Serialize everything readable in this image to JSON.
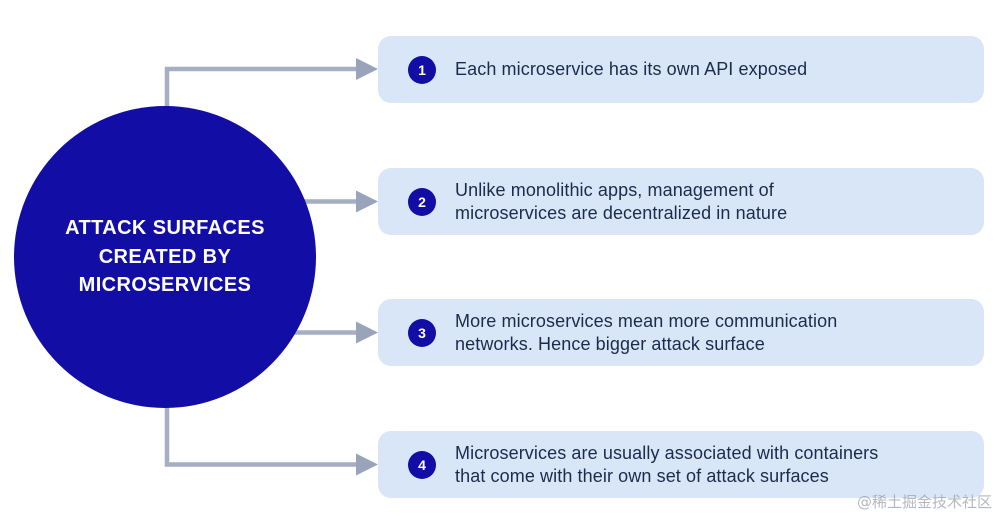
{
  "main_topic": {
    "title": "ATTACK SURFACES\nCREATED BY\nMICROSERVICES"
  },
  "items": [
    {
      "number": "1",
      "text": "Each microservice has its own API exposed"
    },
    {
      "number": "2",
      "text": "Unlike monolithic apps, management of\nmicroservices are decentralized in nature"
    },
    {
      "number": "3",
      "text": "More microservices mean more communication\nnetworks. Hence bigger attack surface"
    },
    {
      "number": "4",
      "text": "Microservices are usually associated with containers\nthat come with their own set of attack surfaces"
    }
  ],
  "watermark": {
    "text": "@稀土掘金技术社区"
  },
  "colors": {
    "primary_blue": "#120DA5",
    "card_bg": "#D8E6F8",
    "card_text": "#1D2B4B",
    "title_text": "#FFFFFF",
    "connector_line": "#A6AEC4",
    "connector_arrow": "#99A4BB",
    "background": "#FFFFFF"
  }
}
